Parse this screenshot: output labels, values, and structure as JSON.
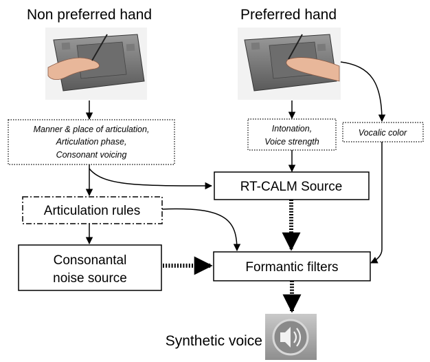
{
  "inputs": {
    "left_title": "Non preferred hand",
    "right_title": "Preferred hand"
  },
  "parameters": {
    "left_lines": [
      "Manner & place of articulation,",
      "Articulation phase,",
      "Consonant voicing"
    ],
    "mid_lines": [
      "Intonation,",
      "Voice strength"
    ],
    "right": "Vocalic color"
  },
  "blocks": {
    "articulation_rules": "Articulation rules",
    "rt_calm": "RT-CALM Source",
    "noise_lines": [
      "Consonantal",
      "noise source"
    ],
    "formantic": "Formantic filters"
  },
  "output": {
    "label": "Synthetic voice",
    "icon": "speaker-icon"
  },
  "illustrations": {
    "left": "tablet-left-hand",
    "right": "tablet-right-hand"
  }
}
